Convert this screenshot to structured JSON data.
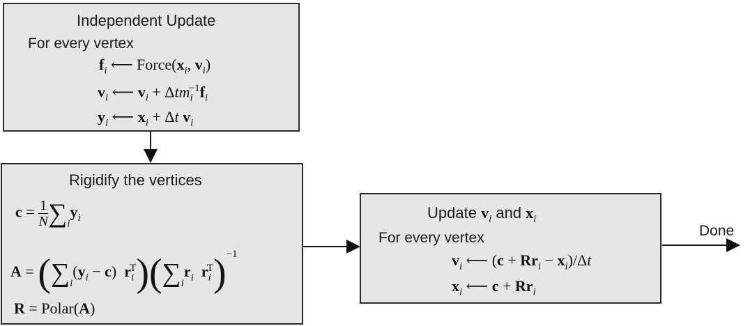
{
  "box1": {
    "title": "Independent Update",
    "subtitle": "For every vertex"
  },
  "box2": {
    "title": "Rigidify the vertices"
  },
  "box3": {
    "title_pre": "Update ",
    "title_mid": " and ",
    "subtitle": "For every vertex"
  },
  "output_label": "Done",
  "colors": {
    "box_fill": "#e6e6e6",
    "stroke": "#2b2b2b"
  }
}
